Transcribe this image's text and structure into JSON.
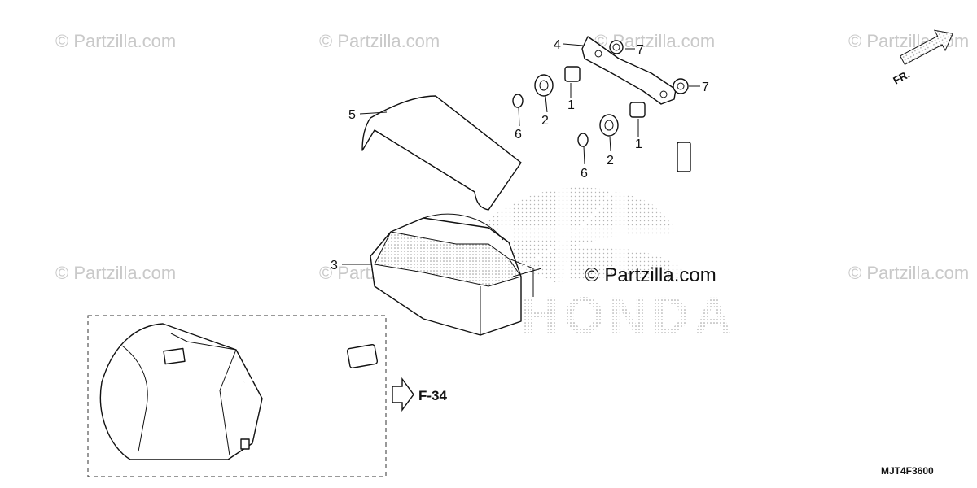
{
  "watermarks": {
    "text": "© Partzilla.com",
    "main_text": "© Partzilla.com"
  },
  "brand_background": "HONDA",
  "direction_label": "FR.",
  "diagram_code": "MJT4F3600",
  "reference": {
    "label": "F-34"
  },
  "callouts": [
    {
      "id": "callout-1a",
      "label": "1"
    },
    {
      "id": "callout-1b",
      "label": "1"
    },
    {
      "id": "callout-2a",
      "label": "2"
    },
    {
      "id": "callout-2b",
      "label": "2"
    },
    {
      "id": "callout-3",
      "label": "3"
    },
    {
      "id": "callout-4",
      "label": "4"
    },
    {
      "id": "callout-5",
      "label": "5"
    },
    {
      "id": "callout-6a",
      "label": "6"
    },
    {
      "id": "callout-6b",
      "label": "6"
    },
    {
      "id": "callout-7a",
      "label": "7"
    },
    {
      "id": "callout-7b",
      "label": "7"
    }
  ],
  "colors": {
    "line": "#111111",
    "watermark": "#c9c9c9",
    "background": "#ffffff"
  }
}
